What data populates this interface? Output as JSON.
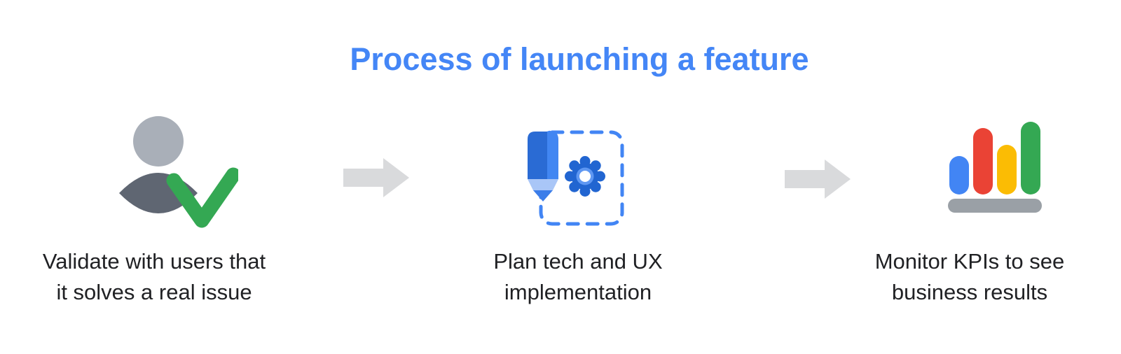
{
  "title": "Process of launching a feature",
  "steps": [
    {
      "id": "validate",
      "icon": "user-check-icon",
      "lines": [
        "Validate with users that",
        "it solves a real issue"
      ]
    },
    {
      "id": "plan",
      "icon": "pencil-gear-icon",
      "lines": [
        "Plan tech and UX",
        "implementation"
      ]
    },
    {
      "id": "monitor",
      "icon": "bar-chart-icon",
      "lines": [
        "Monitor KPIs to see",
        "business results"
      ]
    }
  ],
  "connectors": [
    {
      "icon": "arrow-right-icon"
    },
    {
      "icon": "arrow-right-icon"
    }
  ],
  "colors": {
    "title_blue": "#4486F6",
    "body_text": "#202124",
    "arrow_gray": "#D9DADC",
    "person_head_gray": "#A9AFB8",
    "person_body_gray": "#5F6672",
    "check_green": "#34A853",
    "pencil_blue": "#2A6BD4",
    "pencil_highlight_blue": "#4186F2",
    "pencil_wood_blue": "#A9C6F7",
    "pencil_tip_blue": "#3B7DE9",
    "gear_blue": "#2165D1",
    "gear_ring_blue": "#5E97F2",
    "dashed_box_blue": "#4285F4",
    "bar_blue": "#4285F4",
    "bar_red": "#EA4335",
    "bar_yellow": "#FBBC04",
    "bar_green": "#34A853",
    "bar_base_gray": "#9AA0A6"
  }
}
